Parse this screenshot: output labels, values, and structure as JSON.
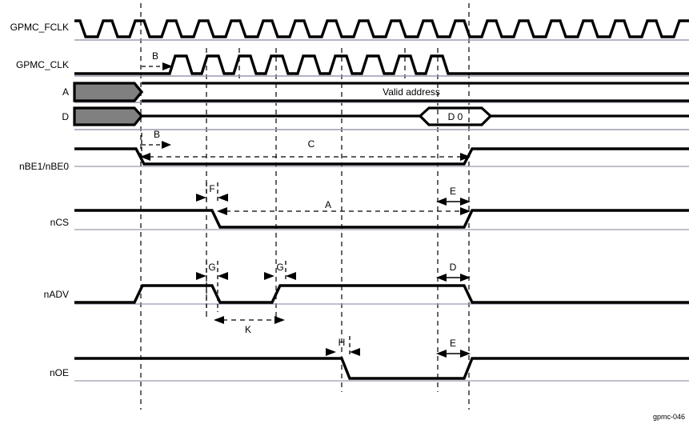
{
  "diagram": {
    "caption": "gpmc-046",
    "signals": [
      {
        "name": "GPMC_FCLK",
        "label": "GPMC_FCLK"
      },
      {
        "name": "GPMC_CLK",
        "label": "GPMC_CLK"
      },
      {
        "name": "A",
        "label": "A"
      },
      {
        "name": "D",
        "label": "D"
      },
      {
        "name": "nBE1/nBE0",
        "label": "nBE1/nBE0"
      },
      {
        "name": "nCS",
        "label": "nCS"
      },
      {
        "name": "nADV",
        "label": "nADV"
      },
      {
        "name": "nOE",
        "label": "nOE"
      }
    ],
    "bus_values": {
      "address": "Valid address",
      "data": "D 0"
    },
    "markers": [
      {
        "id": "B-clk",
        "label": "B"
      },
      {
        "id": "B-nbe",
        "label": "B"
      },
      {
        "id": "C-nbe",
        "label": "C"
      },
      {
        "id": "F-ncs",
        "label": "F"
      },
      {
        "id": "A-ncs",
        "label": "A"
      },
      {
        "id": "E-ncs",
        "label": "E"
      },
      {
        "id": "G-nadv1",
        "label": "G"
      },
      {
        "id": "G-nadv2",
        "label": "G"
      },
      {
        "id": "D-nadv",
        "label": "D"
      },
      {
        "id": "K-nadv",
        "label": "K"
      },
      {
        "id": "H-noe",
        "label": "H"
      },
      {
        "id": "E-noe",
        "label": "E"
      }
    ],
    "colors": {
      "line": "#000000",
      "baseline": "#9a9ab0",
      "bus_fill": "#808080",
      "background": "#ffffff"
    }
  }
}
